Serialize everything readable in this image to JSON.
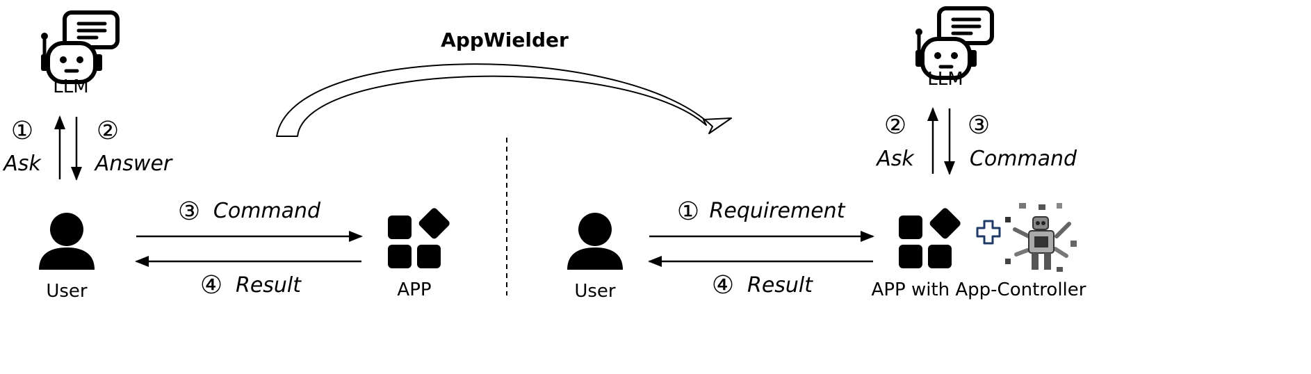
{
  "title": "AppWielder",
  "left": {
    "llm_label": "LLM",
    "user_label": "User",
    "app_label": "APP",
    "step1": {
      "num": "①",
      "label": "Ask"
    },
    "step2": {
      "num": "②",
      "label": "Answer"
    },
    "step3": {
      "num": "③",
      "label": "Command"
    },
    "step4": {
      "num": "④",
      "label": "Result"
    }
  },
  "right": {
    "llm_label": "LLM",
    "user_label": "User",
    "app_label": "APP with App-Controller",
    "step1": {
      "num": "①",
      "label": "Requirement"
    },
    "step2": {
      "num": "②",
      "label": "Ask"
    },
    "step3": {
      "num": "③",
      "label": "Command"
    },
    "step4": {
      "num": "④",
      "label": "Result"
    }
  },
  "icons": {
    "llm": "robot-chat-icon",
    "user": "user-icon",
    "app": "app-grid-icon",
    "plus": "plus-icon",
    "controller": "robot-controller-icon"
  }
}
